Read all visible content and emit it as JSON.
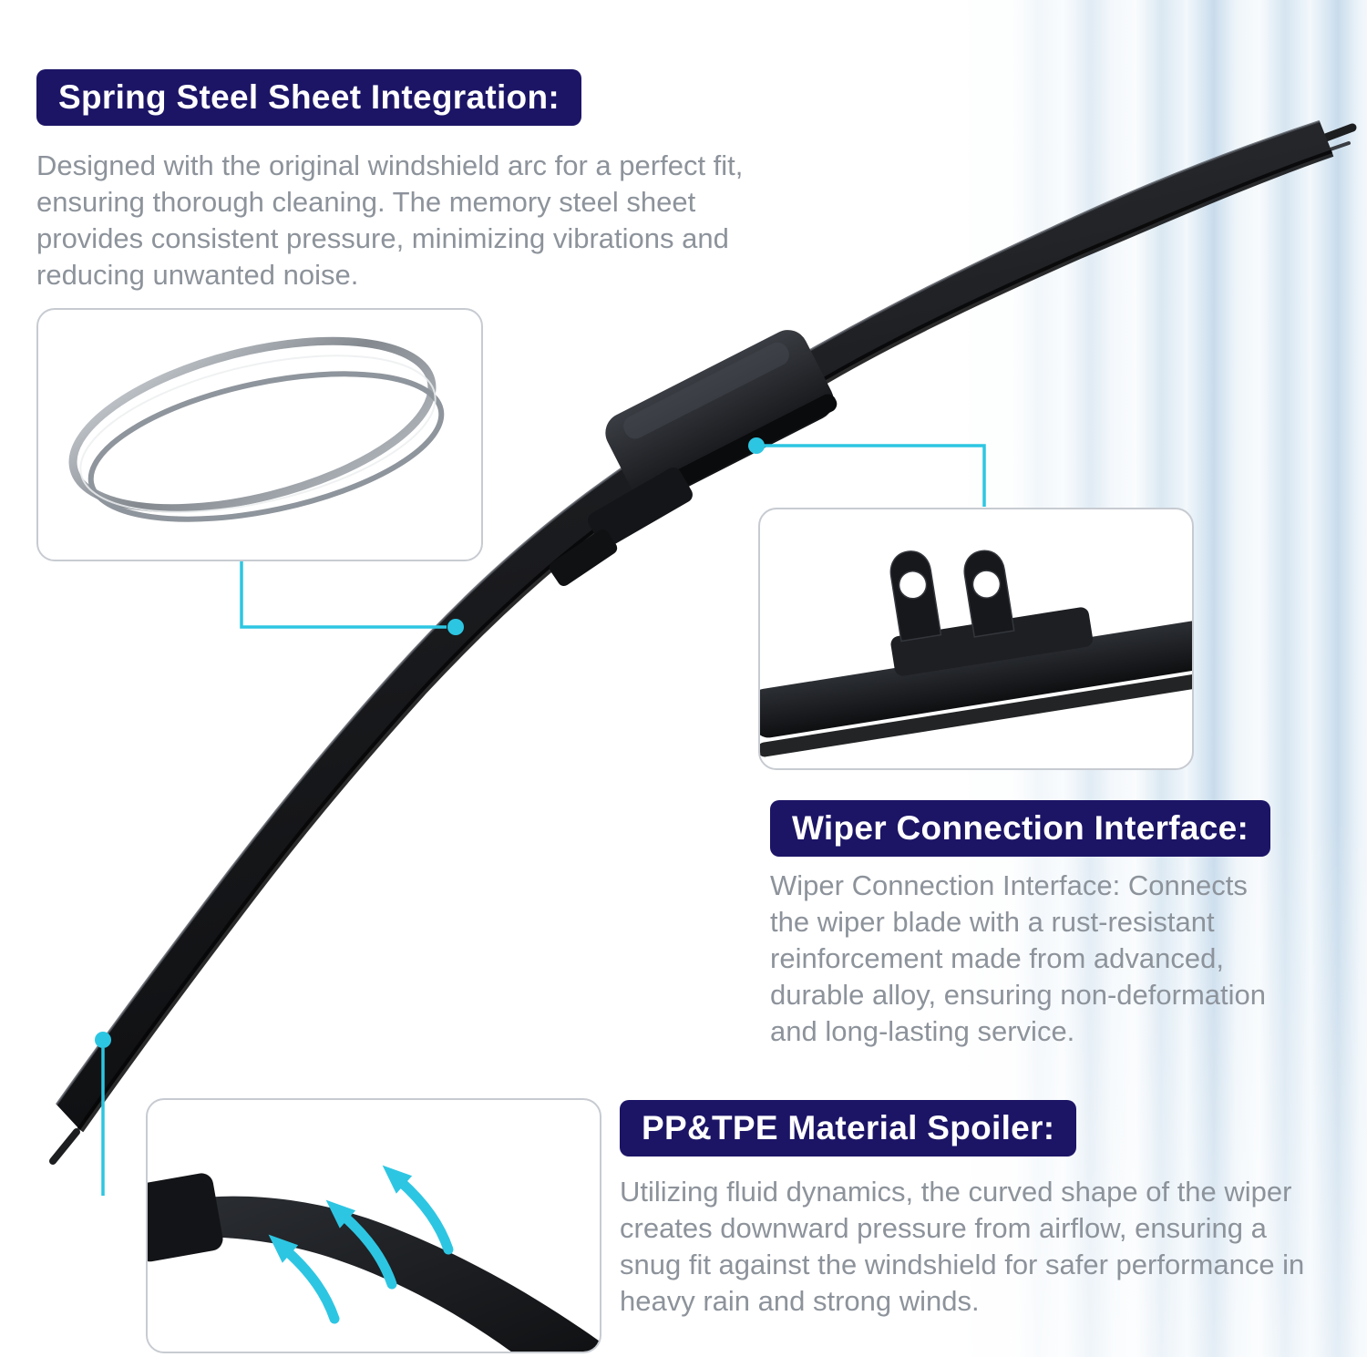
{
  "sections": {
    "spring_steel": {
      "title": "Spring Steel Sheet Integration:",
      "body": "Designed with the original windshield arc for a perfect fit, ensuring thorough cleaning. The memory steel sheet provides consistent pressure, minimizing vibrations and reducing unwanted noise."
    },
    "connection": {
      "title": "Wiper Connection Interface:",
      "body": "Wiper Connection Interface: Connects the wiper blade with a rust-resistant reinforcement made from advanced, durable alloy, ensuring non-deformation and long-lasting service."
    },
    "spoiler": {
      "title": "PP&TPE Material Spoiler:",
      "body": "Utilizing fluid dynamics, the curved shape of the wiper creates downward pressure from airflow, ensuring a snug fit against the windshield for safer performance in heavy rain and strong winds."
    }
  },
  "illustrations": {
    "blade": "wiper-blade-full",
    "spring_steel": "spring-steel-strips-icon",
    "connection": "connector-claw-closeup-icon",
    "spoiler": "airflow-arrows-closeup-icon"
  },
  "colors": {
    "header_bg": "#1c1566",
    "accent_cyan": "#2dc6e2",
    "body_text": "#8d939b",
    "blade_black": "#17181a",
    "stripe_blue": "#c9dcec"
  }
}
